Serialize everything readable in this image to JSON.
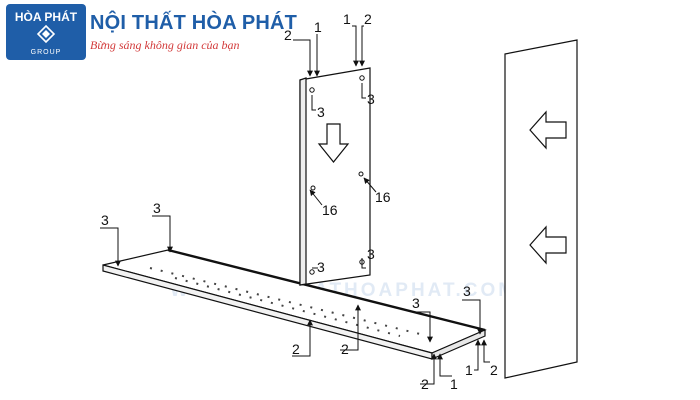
{
  "brand": {
    "logo_text": "HÒA PHÁT",
    "logo_group": "GROUP",
    "name": "NỘI THẤT HÒA PHÁT",
    "slogan": "Bừng sáng không gian của bạn"
  },
  "watermark": "WWW.NOITHATHOAPHAT.COM.VN",
  "callouts": {
    "top_left_2": "2",
    "top_left_1": "1",
    "top_right_1": "1",
    "top_right_2": "2",
    "panel_hole_3a": "3",
    "panel_hole_3b": "3",
    "panel_hole_3c": "3",
    "panel_hole_3d": "3",
    "cam_16_left": "16",
    "cam_16_right": "16",
    "base_3_far_left": "3",
    "base_3_left": "3",
    "base_2_front": "2",
    "base_2_middle": "2",
    "base_3_right_a": "3",
    "base_3_right_b": "3",
    "bottom_2": "2",
    "bottom_1": "1",
    "bottom_right_1": "1",
    "bottom_right_2": "2"
  },
  "colors": {
    "brand_blue": "#1f5ea8",
    "slogan_red": "#d23a3a",
    "line": "#111111"
  }
}
